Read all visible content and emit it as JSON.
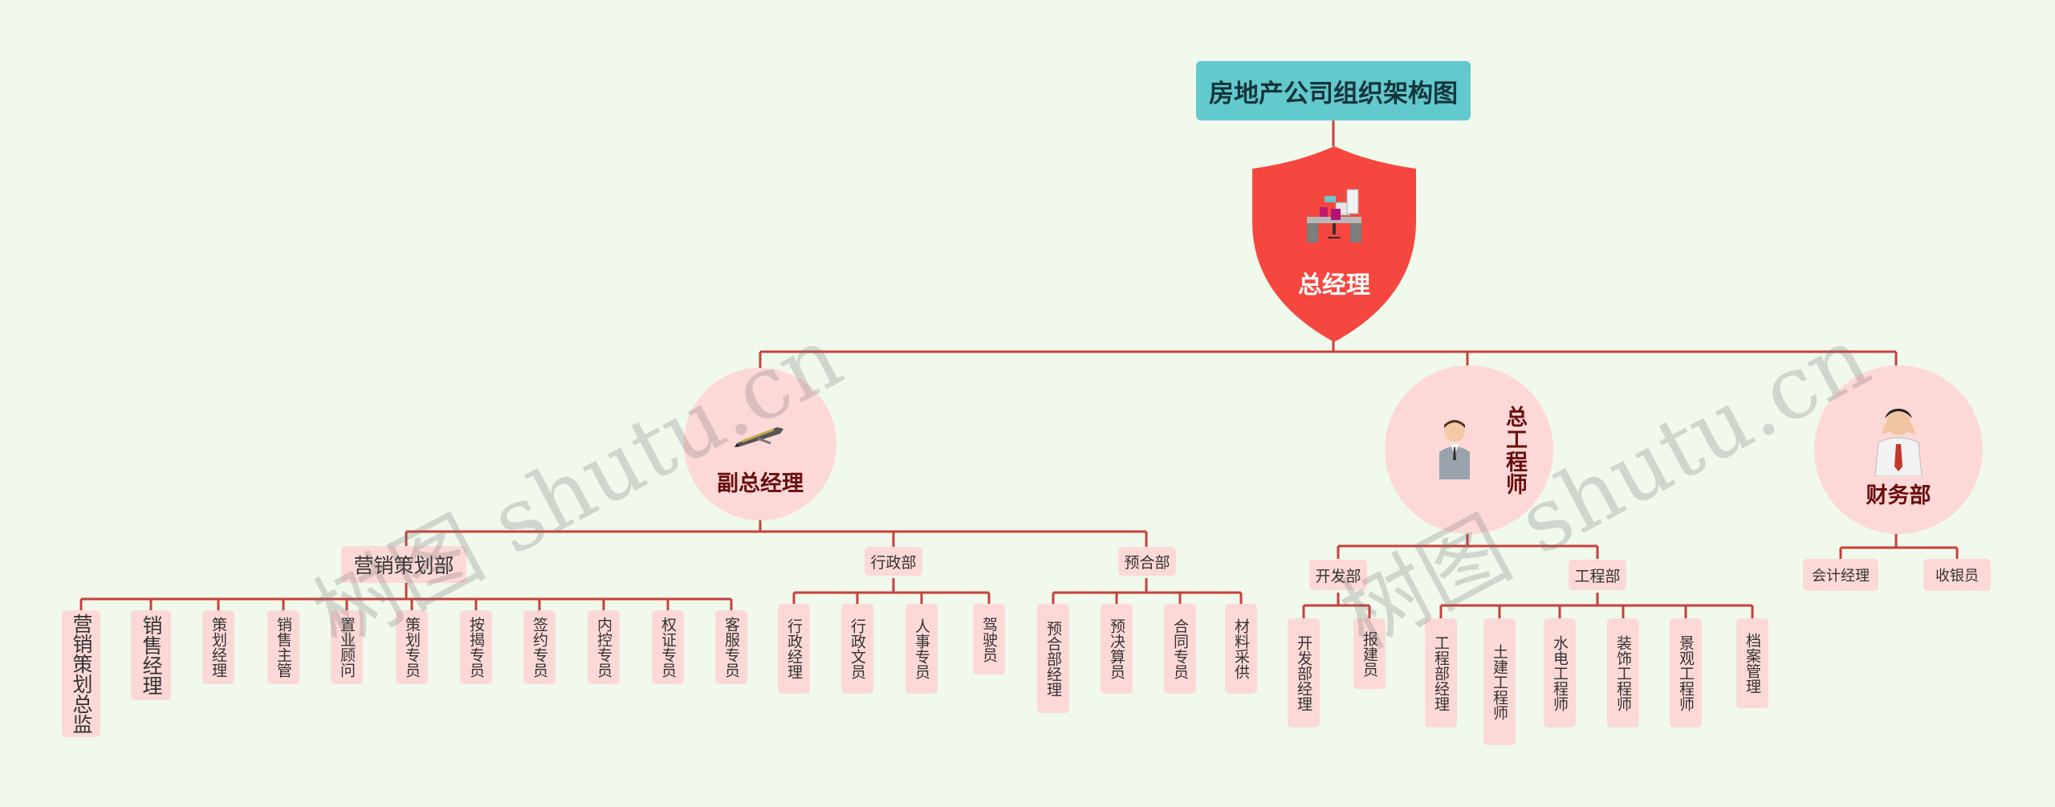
{
  "title": "房地产公司组织架构图",
  "root": {
    "label": "总经理",
    "icon": "office-desk-icon"
  },
  "branches": {
    "vice_gm": {
      "label": "副总经理",
      "icon": "pen-icon"
    },
    "chief_engineer": {
      "label": "总工程师",
      "icon": "engineer-person-icon"
    },
    "finance": {
      "label": "财务部",
      "icon": "stressed-person-icon"
    }
  },
  "departments": {
    "marketing": "营销策划部",
    "admin": "行政部",
    "budget": "预合部",
    "development": "开发部",
    "engineering": "工程部"
  },
  "leaves": {
    "marketing": [
      "营销策划总监",
      "销售经理",
      "策划经理",
      "销售主管",
      "置业顾问",
      "策划专员",
      "按揭专员",
      "签约专员",
      "内控专员",
      "权证专员",
      "客服专员"
    ],
    "admin": [
      "行政经理",
      "行政文员",
      "人事专员",
      "驾驶员"
    ],
    "budget": [
      "预合部经理",
      "预决算员",
      "合同专员",
      "材料采供"
    ],
    "development": [
      "开发部经理",
      "报建员"
    ],
    "engineering": [
      "工程部经理",
      "土建工程师",
      "水电工程师",
      "装饰工程师",
      "景观工程师",
      "档案管理"
    ],
    "finance": [
      "会计经理",
      "收银员"
    ]
  },
  "watermarks": [
    "树图 shutu.cn",
    "树图 shutu.cn"
  ],
  "colors": {
    "background": "#f0f9ec",
    "title_box": "#62c9cd",
    "shield": "#f5473f",
    "node_fill": "#fcd9d7",
    "line": "#c9403a",
    "branch_text": "#6a0e0e"
  }
}
